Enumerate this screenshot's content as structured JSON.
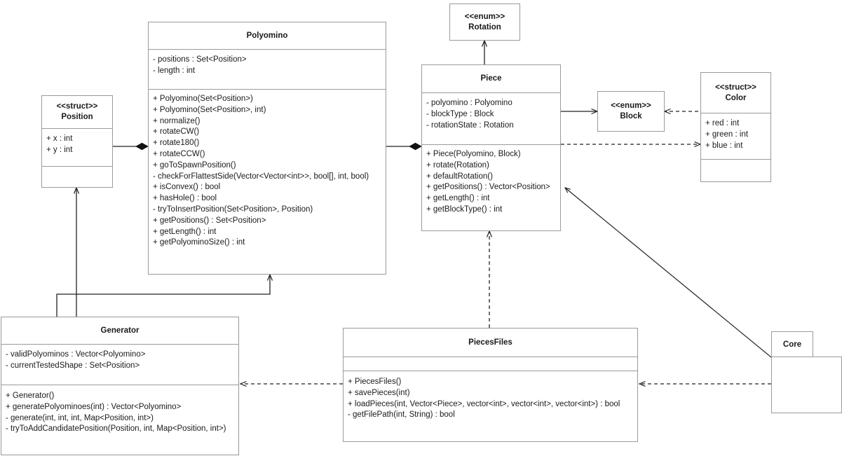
{
  "diagram": {
    "type": "uml-class-diagram",
    "background": "#ffffff",
    "border_color": "#9a9a9a",
    "line_color": "#222222"
  },
  "classes": {
    "position": {
      "stereotype": "<<struct>>",
      "name": "Position",
      "attributes": [
        "+ x : int",
        "+ y : int"
      ],
      "methods": []
    },
    "polyomino": {
      "stereotype": "",
      "name": "Polyomino",
      "attributes": [
        "- positions : Set<Position>",
        "- length : int"
      ],
      "methods": [
        "+ Polyomino(Set<Position>)",
        "+ Polyomino(Set<Position>, int)",
        "+ normalize()",
        "+ rotateCW()",
        "+ rotate180()",
        "+ rotateCCW()",
        "+ goToSpawnPosition()",
        "- checkForFlattestSide(Vector<Vector<int>>, bool[], int, bool)",
        "+ isConvex() : bool",
        "+ hasHole() : bool",
        "- tryToInsertPosition(Set<Position>, Position)",
        "+ getPositions() : Set<Position>",
        "+ getLength() : int",
        "+ getPolyominoSize() : int"
      ]
    },
    "rotation": {
      "stereotype": "<<enum>>",
      "name": "Rotation",
      "attributes": [],
      "methods": []
    },
    "piece": {
      "stereotype": "",
      "name": "Piece",
      "attributes": [
        "- polyomino : Polyomino",
        "- blockType : Block",
        "- rotationState : Rotation"
      ],
      "methods": [
        "+ Piece(Polyomino, Block)",
        "+ rotate(Rotation)",
        "+ defaultRotation()",
        "+ getPositions() : Vector<Position>",
        "+ getLength() : int",
        "+ getBlockType() : int"
      ]
    },
    "block": {
      "stereotype": "<<enum>>",
      "name": "Block",
      "attributes": [],
      "methods": []
    },
    "color": {
      "stereotype": "<<struct>>",
      "name": "Color",
      "attributes": [
        "+ red : int",
        "+ green : int",
        "+ blue : int"
      ],
      "methods": []
    },
    "generator": {
      "stereotype": "",
      "name": "Generator",
      "attributes": [
        "- validPolyominos : Vector<Polyomino>",
        "- currentTestedShape : Set<Position>"
      ],
      "methods": [
        "+ Generator()",
        "+ generatePolyominoes(int) : Vector<Polyomino>",
        "- generate(int, int, int, Map<Position, int>)",
        "- tryToAddCandidatePosition(Position, int, Map<Position, int>)"
      ]
    },
    "piecesfiles": {
      "stereotype": "",
      "name": "PiecesFiles",
      "attributes": [],
      "methods": [
        "+ PiecesFiles()",
        "+ savePieces(int)",
        "+ loadPieces(int, Vector<Piece>, vector<int>, vector<int>, vector<int>) : bool",
        "- getFilePath(int, String) : bool"
      ]
    },
    "core": {
      "stereotype": "",
      "name": "Core",
      "attributes": [],
      "methods": []
    }
  },
  "relationships": [
    {
      "id": "position-polyomino",
      "from": "Position",
      "to": "Polyomino",
      "kind": "composition",
      "style": "solid",
      "end": "filled-diamond"
    },
    {
      "id": "polyomino-piece",
      "from": "Polyomino",
      "to": "Piece",
      "kind": "composition",
      "style": "solid",
      "end": "filled-diamond"
    },
    {
      "id": "piece-rotation",
      "from": "Piece",
      "to": "Rotation",
      "kind": "association",
      "style": "solid",
      "end": "open-arrow"
    },
    {
      "id": "piece-block",
      "from": "Piece",
      "to": "Block",
      "kind": "association",
      "style": "solid",
      "end": "open-arrow"
    },
    {
      "id": "color-block",
      "from": "Color",
      "to": "Block",
      "kind": "dependency",
      "style": "dashed",
      "end": "open-arrow"
    },
    {
      "id": "piece-color",
      "from": "Piece",
      "to": "Color",
      "kind": "dependency",
      "style": "dashed",
      "end": "open-arrow"
    },
    {
      "id": "position-generator",
      "from": "Generator",
      "to": "Position",
      "kind": "association",
      "style": "solid",
      "end": "open-arrow"
    },
    {
      "id": "generator-polyomino",
      "from": "Generator",
      "to": "Polyomino",
      "kind": "association",
      "style": "solid",
      "end": "open-arrow"
    },
    {
      "id": "piecesfiles-piece",
      "from": "PiecesFiles",
      "to": "Piece",
      "kind": "dependency",
      "style": "dashed",
      "end": "open-arrow"
    },
    {
      "id": "piecesfiles-generator",
      "from": "PiecesFiles",
      "to": "Generator",
      "kind": "dependency",
      "style": "dashed",
      "end": "open-arrow"
    },
    {
      "id": "core-piecesfiles",
      "from": "Core",
      "to": "PiecesFiles",
      "kind": "dependency",
      "style": "dashed",
      "end": "open-arrow"
    },
    {
      "id": "core-piece",
      "from": "Core",
      "to": "Piece",
      "kind": "association",
      "style": "solid",
      "end": "open-arrow"
    }
  ]
}
